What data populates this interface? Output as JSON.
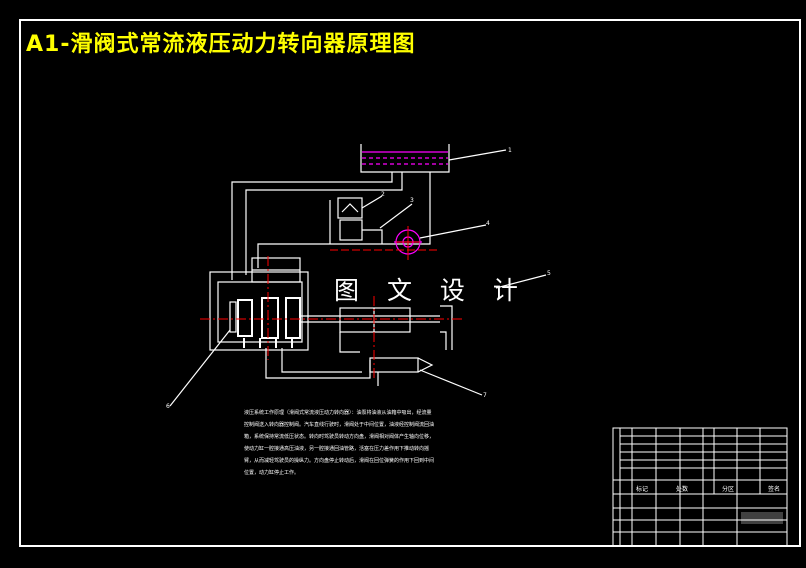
{
  "title": "A1-滑阀式常流液压动力转向器原理图",
  "watermark": "图 文 设 计",
  "notes": "液压系统工作原理（滑阀式常流液压动力转向器）：油泵将油液从油箱中吸出，经流量控制阀送入转向器控制阀。汽车直线行驶时，滑阀处于中间位置，油液经控制阀流回油箱，系统保持常流低压状态。转向时驾驶员转动方向盘，滑阀相对阀体产生轴向位移，使动力缸一腔接通高压油液，另一腔接通回油管路，活塞在压力差作用下推动转向摇臂，从而减轻驾驶员的操纵力。方向盘停止转动后，滑阀在回位弹簧的作用下回到中间位置，动力缸停止工作。",
  "labels": [
    "1",
    "2",
    "3",
    "4",
    "5",
    "6",
    "7"
  ],
  "title_block": {
    "header_1": "标记",
    "header_2": "处数",
    "header_3": "分区",
    "header_4": "签名"
  },
  "colors": {
    "background": "#000000",
    "lines": "#ffffff",
    "title": "#ffff00",
    "centerline": "#ff0000",
    "oil": "#ff00ff",
    "pump": "#ff00ff"
  }
}
